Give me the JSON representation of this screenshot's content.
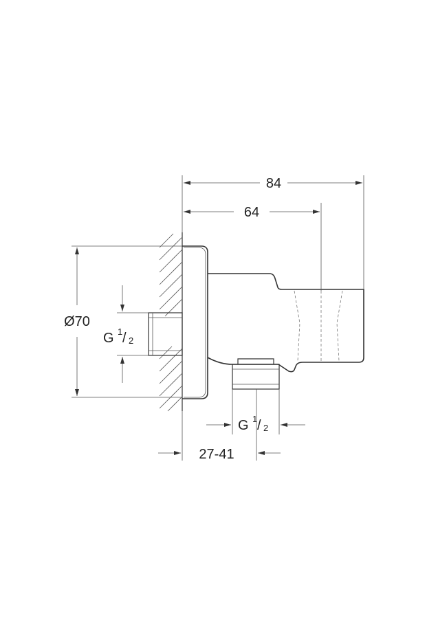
{
  "dimensions": {
    "overall_length": "84",
    "inner_length": "64",
    "diameter": "Ø70",
    "thread_inlet_main": "G",
    "thread_inlet_sup": "1",
    "thread_inlet_sub": "2",
    "thread_outlet_main": "G",
    "thread_outlet_sup": "1",
    "thread_outlet_sub": "2",
    "projection_range": "27-41"
  }
}
